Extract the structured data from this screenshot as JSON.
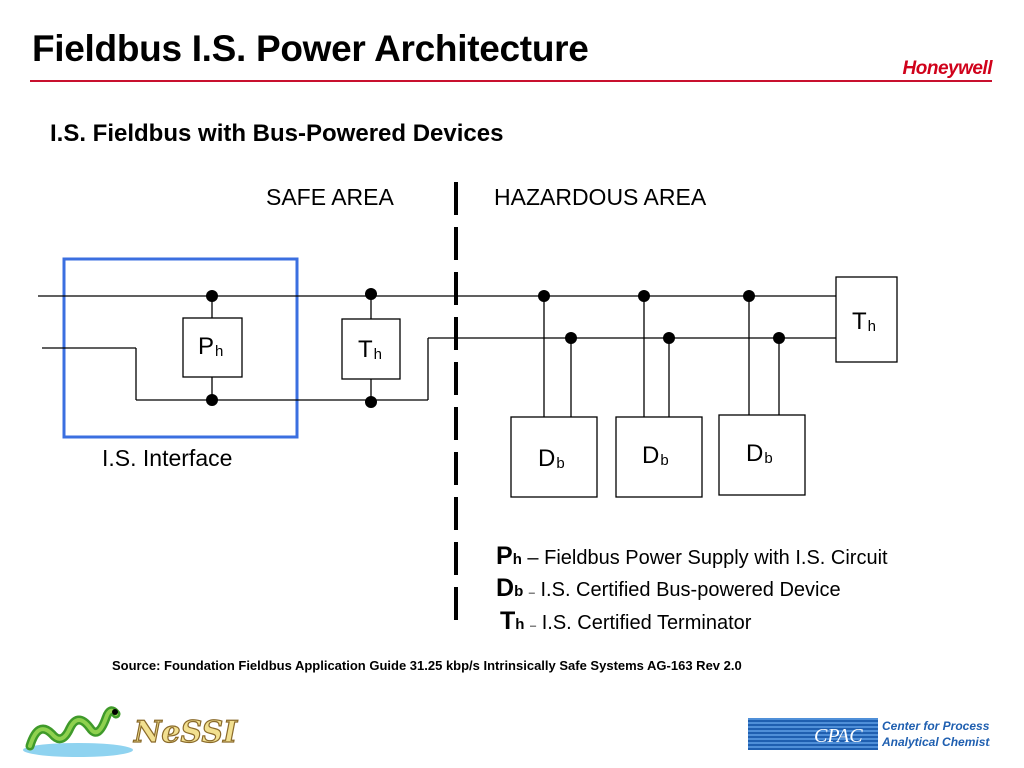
{
  "header": {
    "title": "Fieldbus I.S. Power Architecture",
    "brand": "Honeywell"
  },
  "subtitle": "I.S. Fieldbus with Bus-Powered Devices",
  "areas": {
    "safe": "SAFE AREA",
    "hazardous": "HAZARDOUS AREA"
  },
  "interface_label": "I.S. Interface",
  "boxes": {
    "power_supply": {
      "main": "P",
      "sub": "h"
    },
    "terminator_safe": {
      "main": "T",
      "sub": "h"
    },
    "terminator_hazardous": {
      "main": "T",
      "sub": "h"
    },
    "devices": [
      {
        "main": "D",
        "sub": "b"
      },
      {
        "main": "D",
        "sub": "b"
      },
      {
        "main": "D",
        "sub": "b"
      }
    ]
  },
  "legend": [
    {
      "symbol": "P",
      "sub": "h",
      "dash": "–",
      "text": "Fieldbus Power Supply with I.S. Circuit"
    },
    {
      "symbol": "D",
      "sub": "b",
      "dash": "–",
      "text": "I.S. Certified Bus-powered Device"
    },
    {
      "symbol": "T",
      "sub": "h",
      "dash": "–",
      "text": "I.S. Certified Terminator"
    }
  ],
  "source": "Source: Foundation Fieldbus Application Guide 31.25 kbp/s Intrinsically Safe Systems AG-163 Rev 2.0",
  "logos": {
    "nessi": "NeSSI",
    "cpac": "CPAC",
    "cpac_line1": "Center for Process",
    "cpac_line2": "Analytical Chemistry"
  },
  "colors": {
    "brand_red": "#d0021b",
    "interface_border": "#3b6fe0",
    "cpac_blue": "#1f5fb0"
  }
}
